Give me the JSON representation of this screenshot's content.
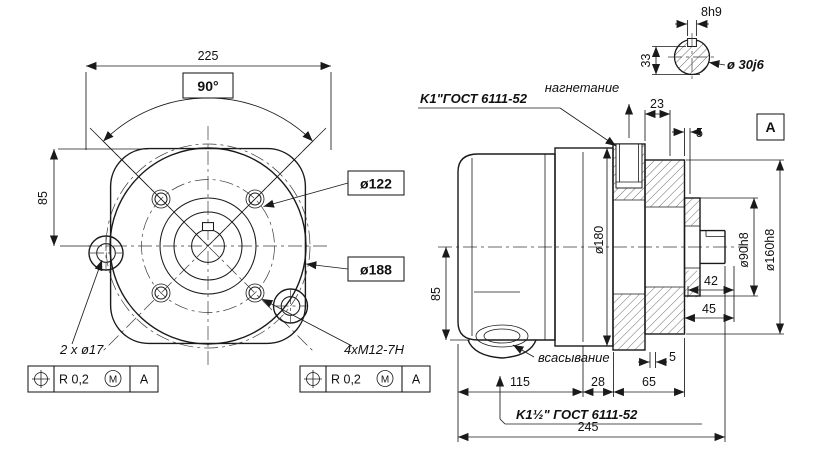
{
  "front_view": {
    "dim_width": "225",
    "dim_angle": "90°",
    "dim_height": "85",
    "dia_bolt_circle": "ø122",
    "dia_outer_circle": "ø188",
    "ear_holes_label": "2 x ø17",
    "thread_holes_label": "4xM12-7H",
    "tolerance": {
      "value": "R 0,2",
      "modifier": "M",
      "datum": "A"
    }
  },
  "side_view": {
    "port_top_label": "нагнетание",
    "port_bottom_label": "всасывание",
    "thread_top": "K1\"ГОСТ 6111-52",
    "thread_bottom": "K1½\" ГОСТ 6111-52",
    "dia_body": "ø180",
    "dim_port_axis": "85",
    "dim_23": "23",
    "dim_5_top": "5",
    "dim_5_bottom": "5",
    "dim_42": "42",
    "dim_45": "45",
    "dim_115": "115",
    "dim_28": "28",
    "dim_65": "65",
    "dim_total": "245",
    "dia_hub": "ø90h8",
    "dia_rear": "ø160h8",
    "section_label": "A"
  },
  "shaft_detail": {
    "key_width": "8h9",
    "key_height": "33",
    "dia_shaft": "ø 30j6"
  }
}
